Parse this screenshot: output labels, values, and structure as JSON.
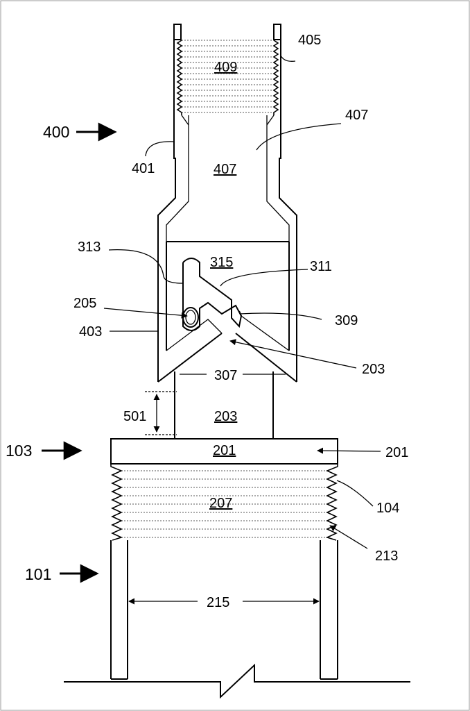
{
  "labels": {
    "l405": "405",
    "l409": "409",
    "l407a": "407",
    "l400": "400",
    "l401": "401",
    "l407b": "407",
    "l313": "313",
    "l315": "315",
    "l311": "311",
    "l205": "205",
    "l309": "309",
    "l403": "403",
    "l203a": "203",
    "l307": "307",
    "l501": "501",
    "l203b": "203",
    "l103": "103",
    "l201a": "201",
    "l201b": "201",
    "l207": "207",
    "l104": "104",
    "l213": "213",
    "l101": "101",
    "l215": "215"
  }
}
